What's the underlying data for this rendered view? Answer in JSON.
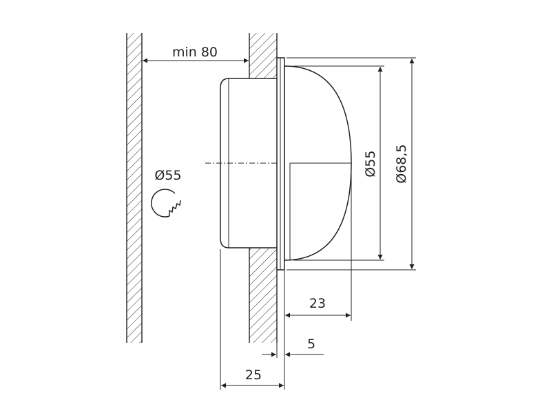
{
  "drawing": {
    "colors": {
      "line": "#222222",
      "background": "#ffffff"
    },
    "dimensions": {
      "wall_gap": "min 80",
      "cutout_diameter": "Ø55",
      "dome_diameter": "Ø55",
      "flange_diameter": "Ø68,5",
      "dome_depth": "23",
      "flange_thickness": "5",
      "housing_depth": "25"
    },
    "symbols": {
      "hole_saw": "hole-saw-icon"
    }
  }
}
